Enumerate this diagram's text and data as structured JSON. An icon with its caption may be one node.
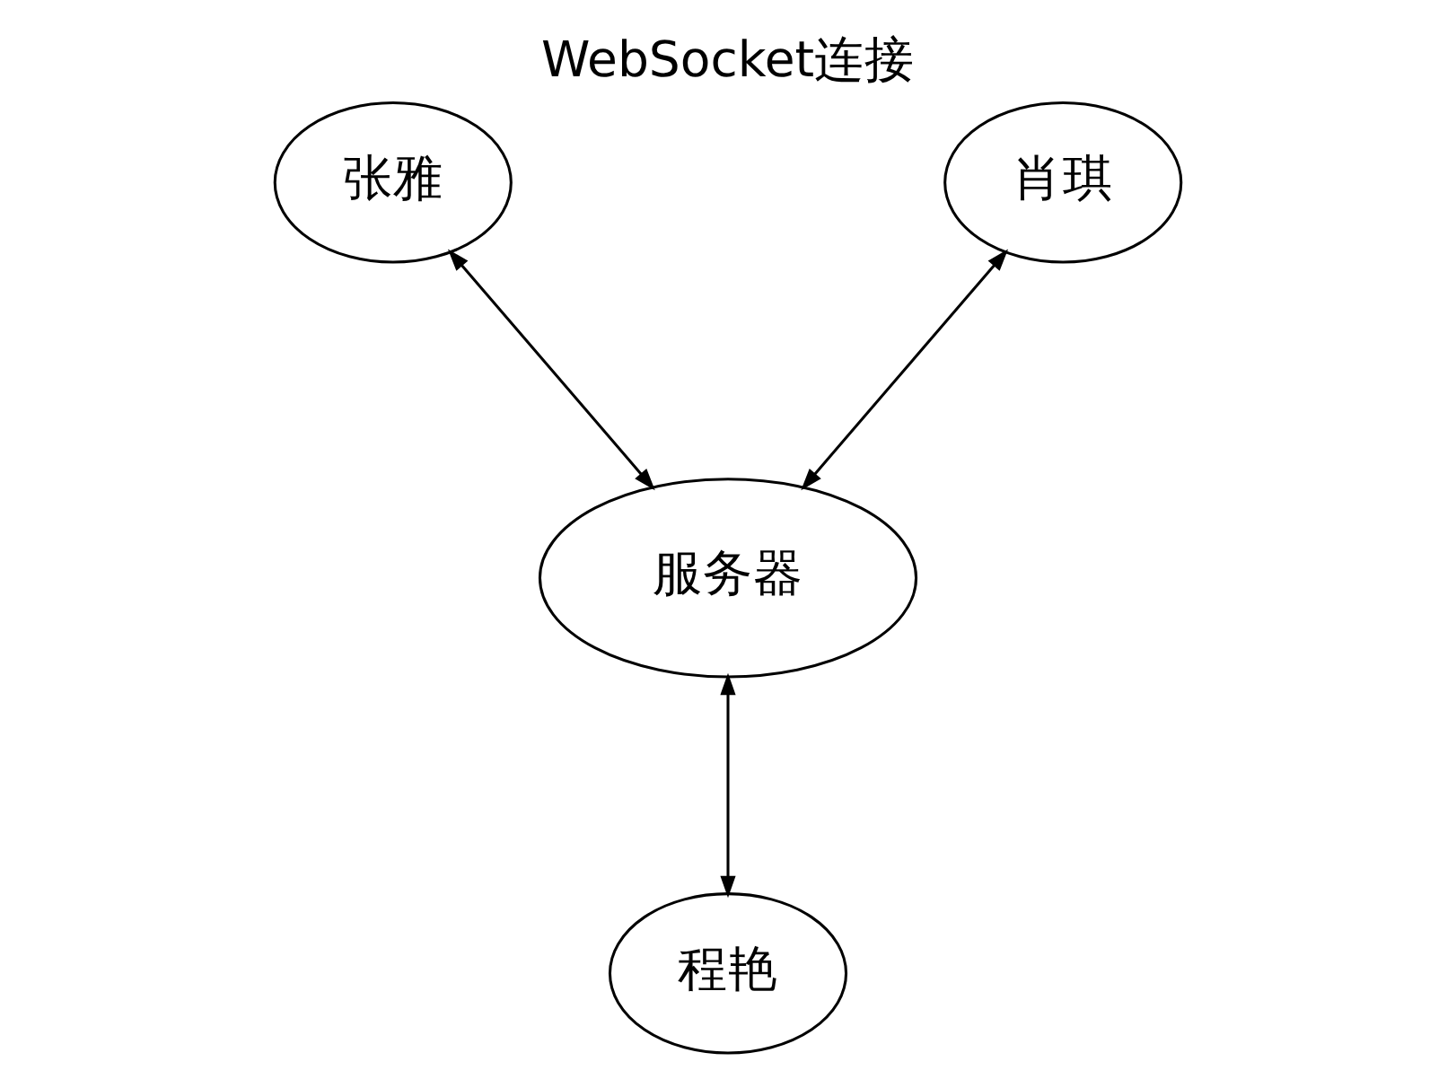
{
  "diagram": {
    "title": "WebSocket连接",
    "nodes": [
      {
        "text": [
          "张雅"
        ]
      },
      {
        "text": [
          "肖琪"
        ]
      },
      {
        "text": [
          "服务器"
        ]
      },
      {
        "text": [
          "程艳"
        ]
      }
    ],
    "edges": [
      {
        "from": 0,
        "to": 2,
        "arrow": "both"
      },
      {
        "from": 1,
        "to": 2,
        "arrow": "both"
      },
      {
        "from": 2,
        "to": 3,
        "arrow": "both"
      }
    ]
  }
}
